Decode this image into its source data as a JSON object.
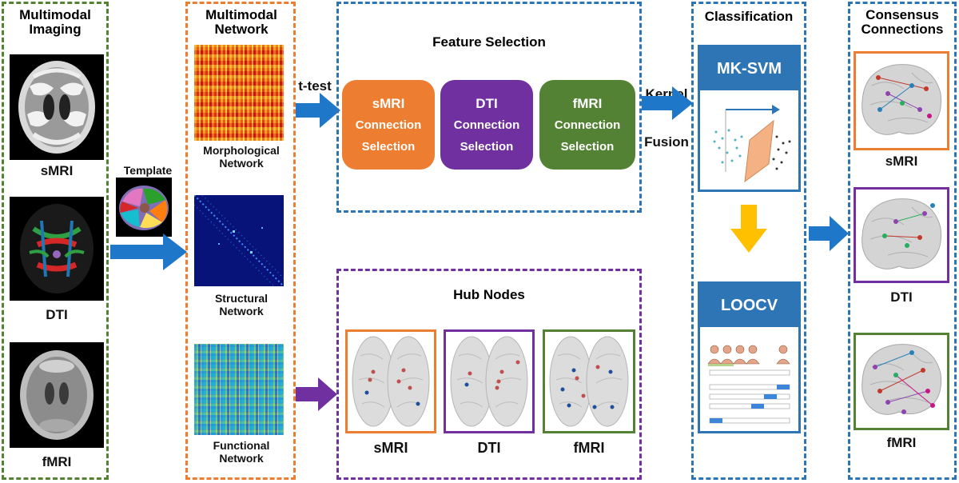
{
  "col1": {
    "title": "Multimodal Imaging",
    "labels": [
      "sMRI",
      "DTI",
      "fMRI"
    ]
  },
  "template_label": "Template",
  "col2": {
    "title": "Multimodal Network",
    "labels": [
      "Morphological Network",
      "Structural Network",
      "Functional Network"
    ]
  },
  "ttest_label": "t-test",
  "feature": {
    "title": "Feature Selection",
    "boxes": [
      {
        "line1": "sMRI",
        "line2": "Connection",
        "line3": "Selection",
        "color": "#ED7D31"
      },
      {
        "line1": "DTI",
        "line2": "Connection",
        "line3": "Selection",
        "color": "#7030A0"
      },
      {
        "line1": "fMRI",
        "line2": "Connection",
        "line3": "Selection",
        "color": "#548235"
      }
    ]
  },
  "hub": {
    "title": "Hub Nodes",
    "labels": [
      "sMRI",
      "DTI",
      "fMRI"
    ]
  },
  "kernel_label": "Kernel Fusion",
  "classification": {
    "title": "Classification",
    "mksvm": "MK-SVM",
    "loocv": "LOOCV"
  },
  "consensus": {
    "title": "Consensus Connections",
    "labels": [
      "sMRI",
      "DTI",
      "fMRI"
    ]
  },
  "colors": {
    "green": "#548235",
    "orange": "#ED7D31",
    "purple": "#7030A0",
    "blue": "#2E75B6",
    "arrow_blue": "#1F77C9",
    "gold": "#FFC000"
  }
}
